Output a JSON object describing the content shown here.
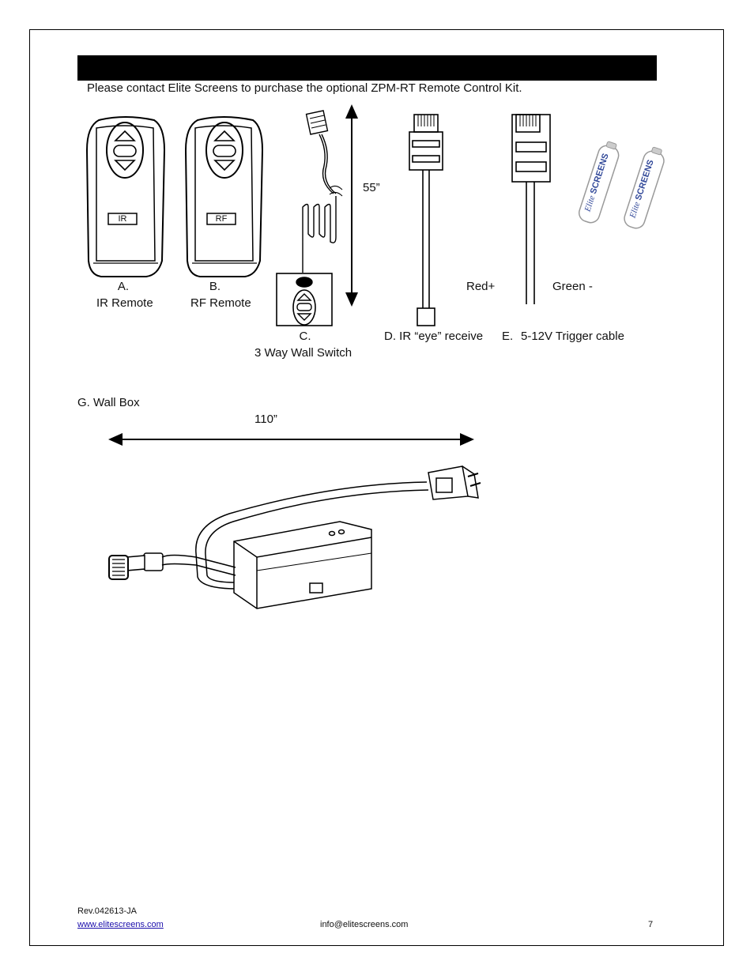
{
  "intro_text": "Please contact Elite Screens to purchase the optional ZPM-RT Remote Control Kit.",
  "items": {
    "a_letter": "A.",
    "a_name": "IR Remote",
    "a_tag": "IR",
    "b_letter": "B.",
    "b_name": "RF Remote",
    "b_tag": "RF",
    "c_letter": "C.",
    "c_name": "3 Way Wall Switch",
    "cable_length": "55”",
    "d_name": "D. IR “eye” receive",
    "e_letter": "E.",
    "e_name": "5-12V Trigger cable",
    "red": "Red+",
    "green": "Green -",
    "battery_brand_1": "Elite",
    "battery_brand_2": "SCREENS",
    "g_name": "G. Wall Box",
    "g_length": "110”"
  },
  "footer": {
    "rev": "Rev.042613-JA",
    "website": "www.elitescreens.com",
    "email": "info@elitescreens.com",
    "page": "7"
  }
}
